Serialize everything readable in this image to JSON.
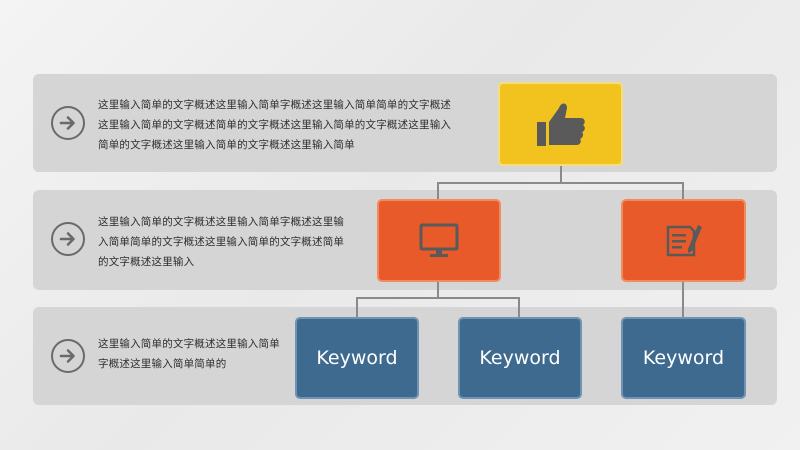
{
  "rows": [
    {
      "text": "这里输入简单的文字概述这里输入简单字概述这里输入简单简单的文字概述这里输入简单的文字概述简单的文字概述这里输入简单的文字概述这里输入简单的文字概述这里输入简单的文字概述这里输入简单"
    },
    {
      "text": "这里输入简单的文字概述这里输入简单字概述这里输入简单简单的文字概述这里输入简单的文字概述简单的文字概述这里输入"
    },
    {
      "text": "这里输入简单的文字概述这里输入简单字概述这里输入简单简单的"
    }
  ],
  "keywords": [
    "Keyword",
    "Keyword",
    "Keyword"
  ],
  "icons": {
    "arrow": "arrow-right-circle",
    "level1": "thumbs-up",
    "level2_left": "monitor",
    "level2_right": "document-edit"
  },
  "colors": {
    "row_background": "#d5d5d5",
    "yellow": "#f2c31f",
    "orange": "#e85a2a",
    "blue": "#3e6a90",
    "icon_gray": "#5a5a5a"
  }
}
